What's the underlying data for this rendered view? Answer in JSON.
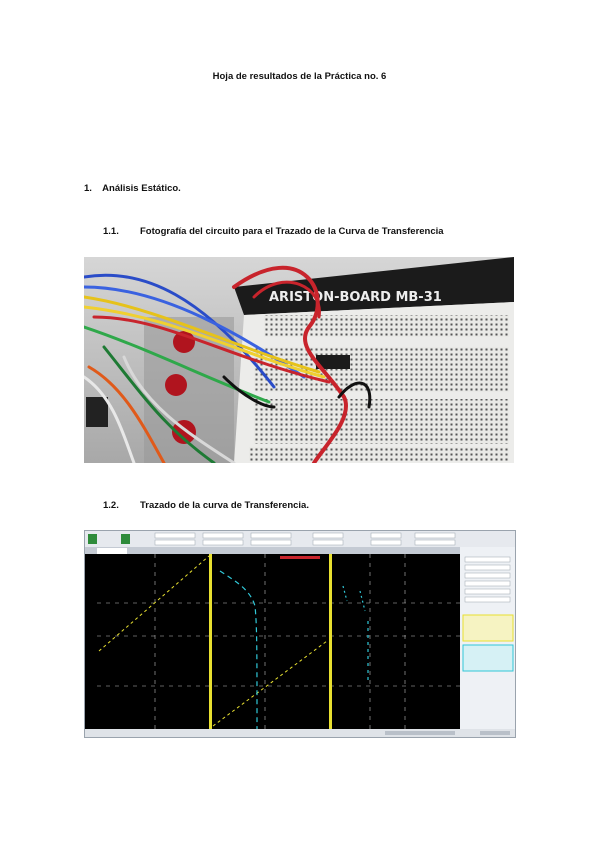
{
  "document": {
    "title": "Hoja de resultados de la Práctica no. 6",
    "section1": {
      "number": "1.",
      "title": "Análisis Estático."
    },
    "section1_1": {
      "number": "1.1.",
      "title": "Fotografía del circuito para el Trazado de la Curva de Transferencia"
    },
    "section1_2": {
      "number": "1.2.",
      "title": "Trazado de la curva de Transferencia."
    }
  },
  "photo": {
    "board_label": "ARISTON-BOARD MB-31"
  },
  "colors": {
    "scope_background": "#000000",
    "trace_yellow": "#e8e030",
    "trace_cyan": "#30c8d8",
    "wire_red": "#c8242c",
    "wire_blue": "#2a4cc8"
  }
}
